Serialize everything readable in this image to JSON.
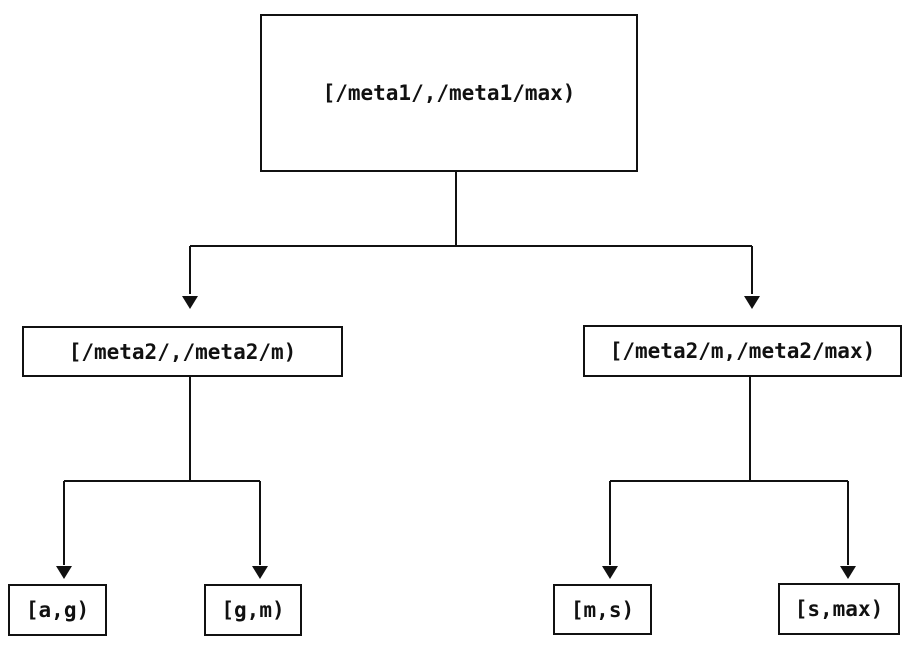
{
  "colors": {
    "background": "#ffffff",
    "line": "#111111",
    "text": "#111111"
  },
  "nodes": {
    "root": {
      "label": "[/meta1/,/meta1/max)"
    },
    "left_child": {
      "label": "[/meta2/,/meta2/m)"
    },
    "right_child": {
      "label": "[/meta2/m,/meta2/max)"
    },
    "leaf_ag": {
      "label": "[a,g)"
    },
    "leaf_gm": {
      "label": "[g,m)"
    },
    "leaf_ms": {
      "label": "[m,s)"
    },
    "leaf_smax": {
      "label": "[s,max)"
    }
  },
  "edges": [
    {
      "from": "root",
      "to": "left_child"
    },
    {
      "from": "root",
      "to": "right_child"
    },
    {
      "from": "left_child",
      "to": "leaf_ag"
    },
    {
      "from": "left_child",
      "to": "leaf_gm"
    },
    {
      "from": "right_child",
      "to": "leaf_ms"
    },
    {
      "from": "right_child",
      "to": "leaf_smax"
    }
  ]
}
